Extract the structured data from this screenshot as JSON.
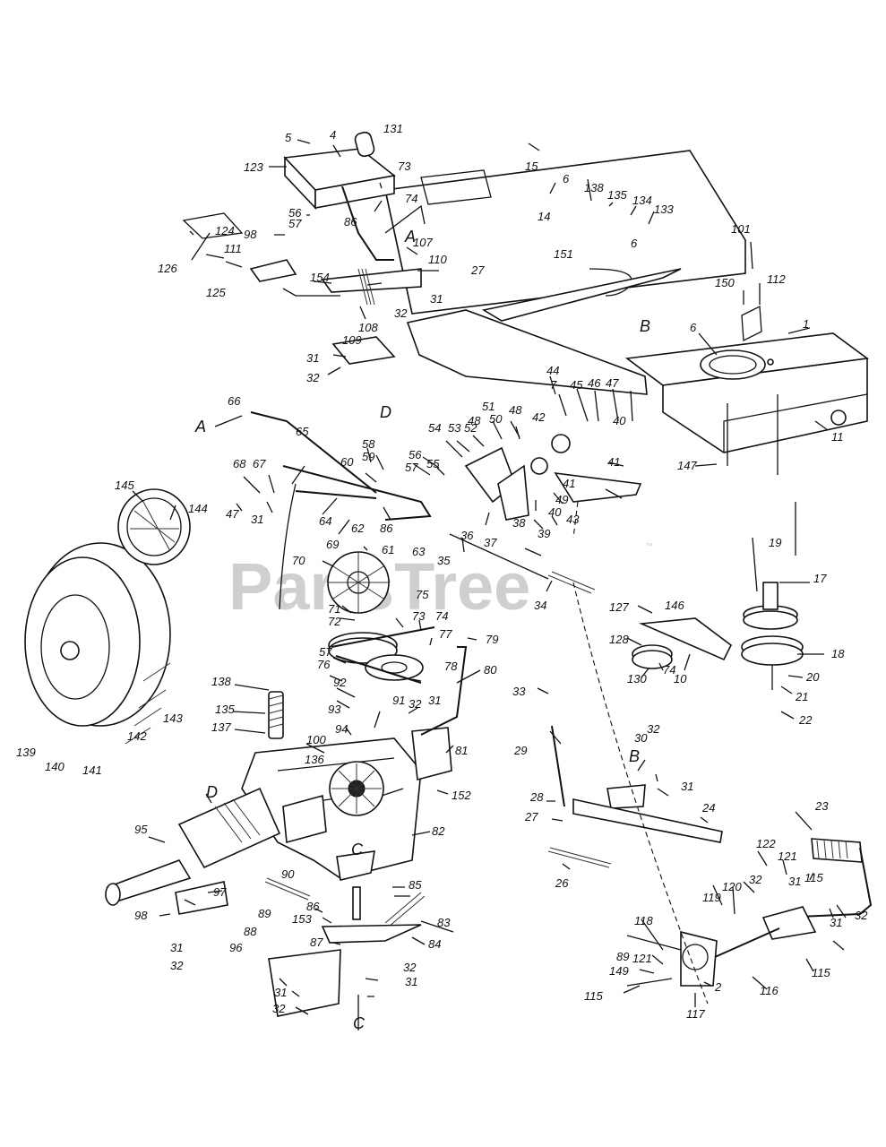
{
  "watermark": {
    "text": "PartsTree",
    "mark": "™"
  },
  "refs": {
    "r1": "1",
    "r2": "2",
    "r4": "4",
    "r5": "5",
    "r6a": "6",
    "r6b": "6",
    "r6c": "6",
    "r7": "7",
    "r10": "10",
    "r11": "11",
    "r14": "14",
    "r15": "15",
    "r17": "17",
    "r18": "18",
    "r19": "19",
    "r20": "20",
    "r21": "21",
    "r22": "22",
    "r23": "23",
    "r24": "24",
    "r26": "26",
    "r27a": "27",
    "r27b": "27",
    "r28": "28",
    "r29": "29",
    "r30": "30",
    "r31a": "31",
    "r31b": "31",
    "r31c": "31",
    "r31d": "31",
    "r31e": "31",
    "r31f": "31",
    "r31g": "31",
    "r31h": "31",
    "r31i": "31",
    "r32a": "32",
    "r32b": "32",
    "r32c": "32",
    "r32d": "32",
    "r32e": "32",
    "r32f": "32",
    "r32g": "32",
    "r32h": "32",
    "r33": "33",
    "r34": "34",
    "r35": "35",
    "r36": "36",
    "r37": "37",
    "r38": "38",
    "r39": "39",
    "r40a": "40",
    "r40b": "40",
    "r41a": "41",
    "r41b": "41",
    "r42": "42",
    "r43": "43",
    "r44": "44",
    "r45": "45",
    "r46": "46",
    "r47a": "47",
    "r47b": "47",
    "r48": "48",
    "r49": "49",
    "r50": "50",
    "r51": "51",
    "r52": "52",
    "r53": "53",
    "r54": "54",
    "r55": "55",
    "r56a": "56",
    "r56b": "56",
    "r57a": "57",
    "r57b": "57",
    "r57c": "57",
    "r58": "58",
    "r59": "59",
    "r60": "60",
    "r61": "61",
    "r62": "62",
    "r63": "63",
    "r64": "64",
    "r65": "65",
    "r66": "66",
    "r67": "67",
    "r68": "68",
    "r69": "69",
    "r70": "70",
    "r71": "71",
    "r72": "72",
    "r73a": "73",
    "r73b": "73",
    "r74a": "74",
    "r74b": "74",
    "r74c": "74",
    "r75": "75",
    "r76": "76",
    "r77": "77",
    "r78": "78",
    "r79": "79",
    "r80": "80",
    "r81": "81",
    "r82": "82",
    "r83": "83",
    "r84": "84",
    "r85": "85",
    "r86a": "86",
    "r86b": "86",
    "r87": "87",
    "r88": "88",
    "r89a": "89",
    "r89b": "89",
    "r90": "90",
    "r91": "91",
    "r92": "92",
    "r93": "93",
    "r94": "94",
    "r95": "95",
    "r96": "96",
    "r97": "97",
    "r98a": "98",
    "r98b": "98",
    "r100": "100",
    "r101": "101",
    "r107": "107",
    "r108": "108",
    "r109": "109",
    "r110": "110",
    "r111": "111",
    "r112": "112",
    "r115a": "115",
    "r115b": "115",
    "r115c": "115",
    "r116": "116",
    "r117": "117",
    "r118": "118",
    "r119": "119",
    "r120": "120",
    "r121a": "121",
    "r121b": "121",
    "r122": "122",
    "r123": "123",
    "r124": "124",
    "r125": "125",
    "r126": "126",
    "r127": "127",
    "r128": "128",
    "r130": "130",
    "r131": "131",
    "r133": "133",
    "r134": "134",
    "r135a": "135",
    "r135b": "135",
    "r136": "136",
    "r137": "137",
    "r138a": "138",
    "r138b": "138",
    "r139": "139",
    "r140": "140",
    "r141": "141",
    "r142": "142",
    "r143": "143",
    "r144": "144",
    "r145": "145",
    "r146": "146",
    "r147": "147",
    "r149": "149",
    "r150": "150",
    "r151": "151",
    "r152": "152",
    "r153": "153",
    "r154": "154"
  },
  "letters": {
    "A1": "A",
    "A2": "A",
    "B1": "B",
    "B2": "B",
    "C1": "C",
    "C2": "C",
    "D1": "D",
    "D2": "D"
  }
}
